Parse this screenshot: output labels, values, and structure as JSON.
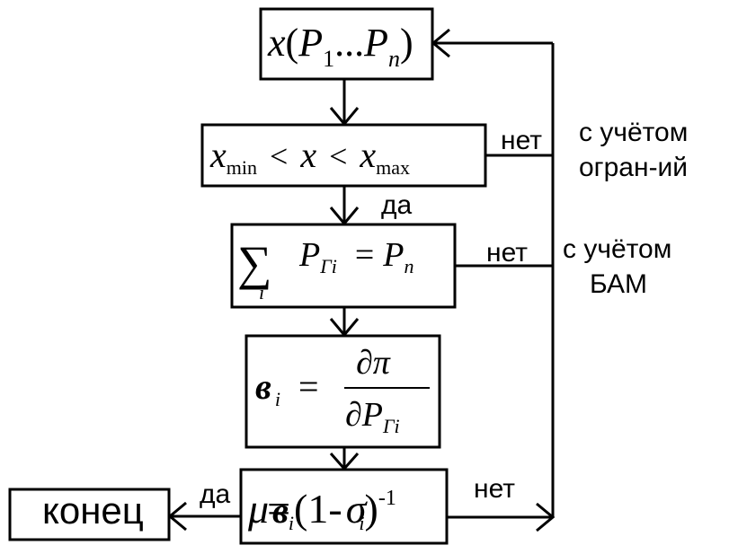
{
  "blocks": {
    "start": {
      "var": "x",
      "p": "P",
      "sub1": "1",
      "dots": "...",
      "subn": "n"
    },
    "limits": {
      "x": "x",
      "min": "min",
      "lt": "<",
      "max": "max"
    },
    "balance": {
      "sum": "∑",
      "i": "i",
      "p": "P",
      "sub_gi": "Гi",
      "eq": "=",
      "sub_n": "n"
    },
    "sigma_calc": {
      "var": "в",
      "i": "i",
      "eq": "=",
      "num": "∂π",
      "den_d": "∂",
      "den_p": "P",
      "den_sub": "Гi"
    },
    "mu_calc": {
      "mu": "μ",
      "eq": "=",
      "v": "в",
      "i": "i",
      "open": "(",
      "one": "1",
      "minus": "-",
      "sigma": "σ",
      "close": ")",
      "exp": "-1"
    },
    "end": {
      "label": "конец"
    }
  },
  "edge_labels": {
    "no_limits": "нет",
    "yes_limits": "да",
    "no_balance": "нет",
    "yes_mu": "да",
    "no_mu": "нет"
  },
  "notes": {
    "limits_line1": "с учётом",
    "limits_line2": "огран-ий",
    "bam_line1": "с учётом",
    "bam_line2": "БАМ"
  }
}
